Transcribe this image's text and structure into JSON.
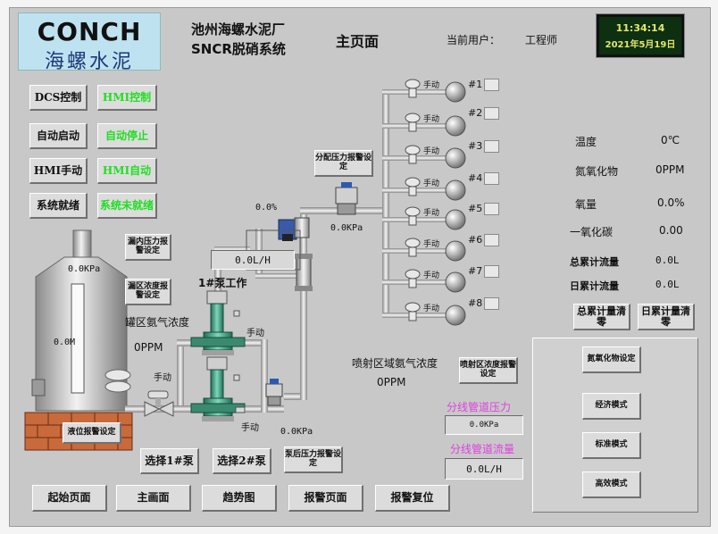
{
  "header": {
    "logo_text": "CONCH",
    "logo_sub": "海螺水泥",
    "plant_line1": "池州海螺水泥厂",
    "plant_line2": "SNCR脱硝系统",
    "page_title": "主页面",
    "user_label": "当前用户：",
    "user_name": "工程师",
    "clock_time": "11:34:14",
    "clock_date": "2021年5月19日"
  },
  "control_buttons": [
    {
      "label": "DCS控制"
    },
    {
      "label": "HMI控制"
    },
    {
      "label": "自动启动"
    },
    {
      "label": "自动停止"
    },
    {
      "label": "HMI手动"
    },
    {
      "label": "HMI自动"
    },
    {
      "label": "系统就绪"
    },
    {
      "label": "系统未就绪"
    }
  ],
  "tank": {
    "pressure": "0.0KPa",
    "level": "0.0M",
    "alarm_btn": "液位报警设定"
  },
  "pump": {
    "inner_pressure_btn": "漏内压力报警设定",
    "area_conc_btn": "漏区浓度报警设定",
    "pump_status": "1#泵工作",
    "area_conc_label": "罐区氨气浓度",
    "area_conc_value": "0PPM",
    "manual": "手动",
    "top_flow": "0.0L/H",
    "top_percent": "0.0%",
    "post_pressure": "0.0KPa",
    "select1": "选择1#泵",
    "select2": "选择2#泵",
    "post_pressure_btn": "泵后压力报警设定"
  },
  "distribution": {
    "pressure_btn": "分配压力报警设定",
    "pressure_value": "0.0KPa",
    "branches": [
      "#1",
      "#2",
      "#3",
      "#4",
      "#5",
      "#6",
      "#7",
      "#8"
    ],
    "manual": "手动"
  },
  "spray": {
    "label": "喷射区域氨气浓度",
    "value": "0PPM",
    "alarm_btn": "喷射区浓度报警设定",
    "line_pressure_label": "分线管道压力",
    "line_pressure_value": "0.0KPa",
    "line_flow_label": "分线管道流量",
    "line_flow_value": "0.0L/H"
  },
  "metrics": [
    {
      "label": "温度",
      "value": "0℃"
    },
    {
      "label": "氮氧化物",
      "value": "0PPM"
    },
    {
      "label": "氧量",
      "value": "0.0%"
    },
    {
      "label": "一氧化碳",
      "value": "0.00"
    },
    {
      "label": "总累计流量",
      "value": "0.0L"
    },
    {
      "label": "日累计流量",
      "value": "0.0L"
    }
  ],
  "reset_buttons": {
    "total": "总累计量清零",
    "daily": "日累计量清零"
  },
  "mode_buttons": [
    "氮氧化物设定",
    "经济模式",
    "标准模式",
    "高效模式"
  ],
  "nav_buttons": [
    "起始页面",
    "主画面",
    "趋势图",
    "报警页面",
    "报警复位"
  ]
}
